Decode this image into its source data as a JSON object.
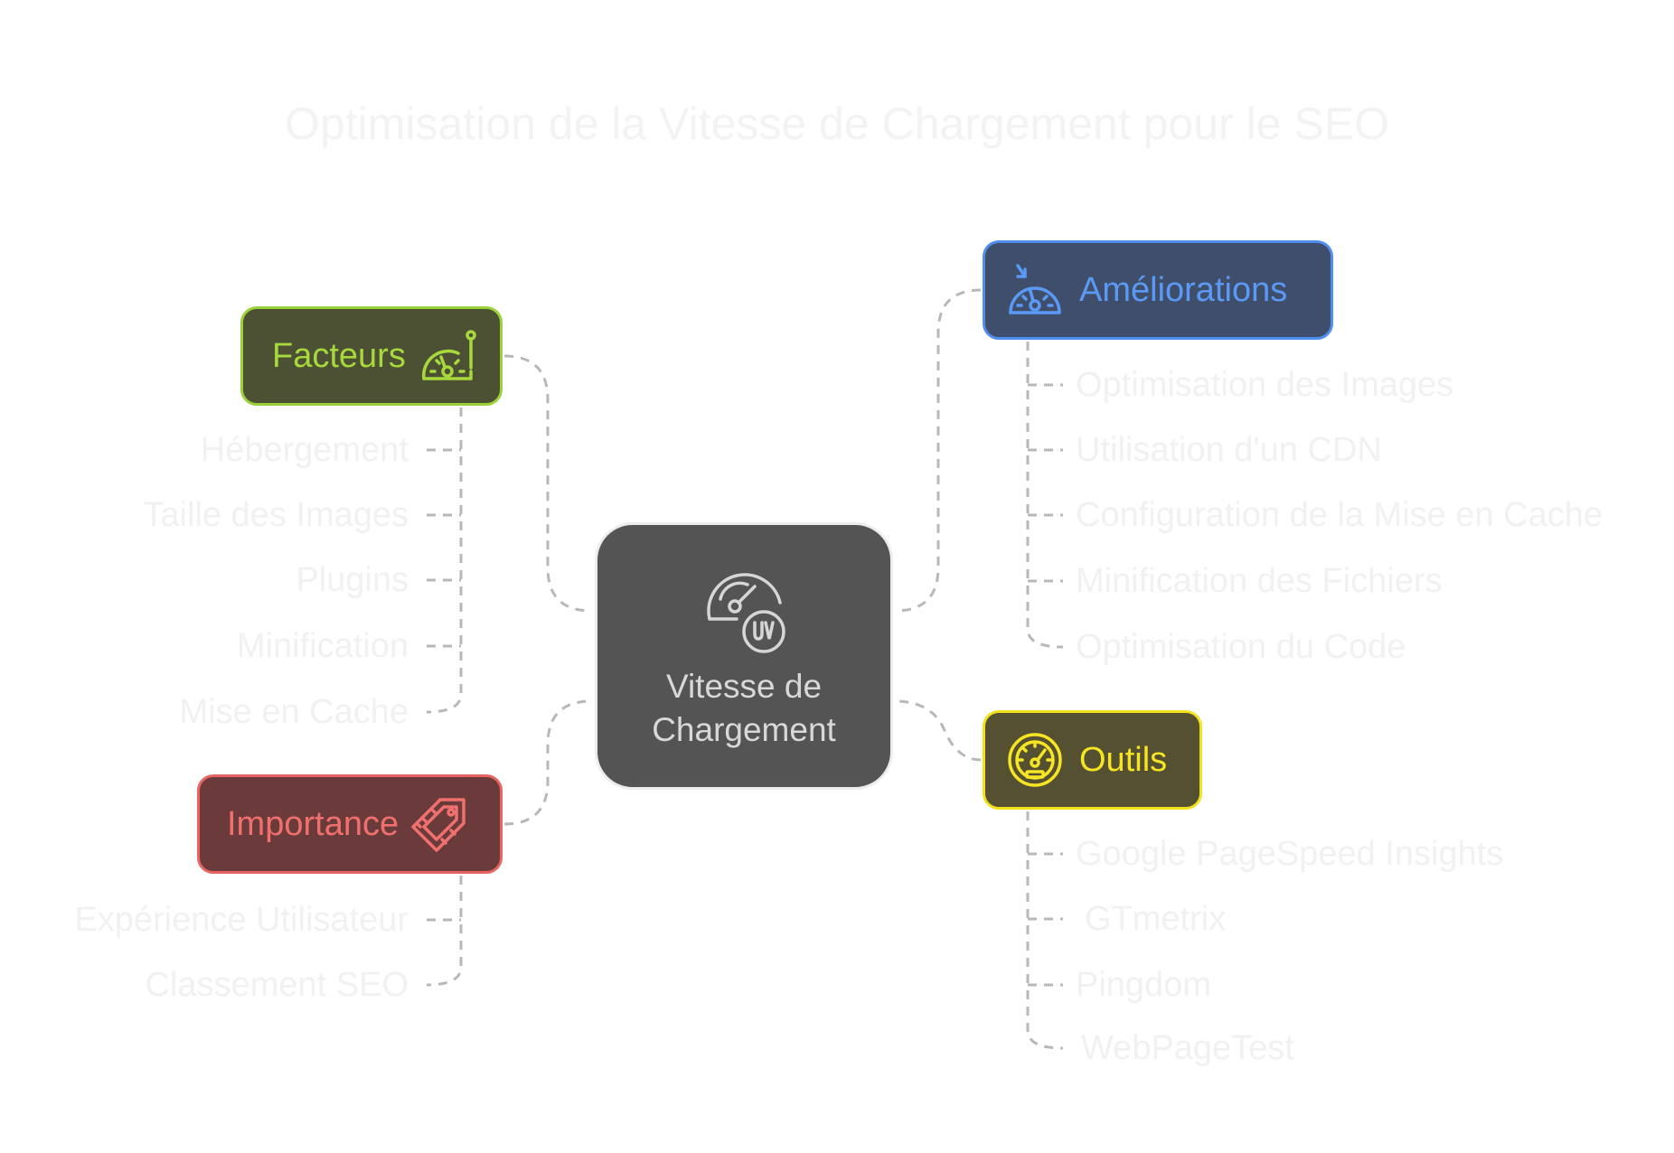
{
  "title": "Optimisation de la Vitesse de Chargement pour le SEO",
  "center": {
    "label_line1": "Vitesse de",
    "label_line2": "Chargement",
    "icon": "speedometer-uv-icon"
  },
  "branches": [
    {
      "key": "facteurs",
      "label": "Facteurs",
      "icon": "gauge-icon",
      "color": "#a7d93d",
      "fill": "#4b5132",
      "items": [
        "Hébergement",
        "Taille des Images",
        "Plugins",
        "Minification",
        "Mise en Cache"
      ]
    },
    {
      "key": "importance",
      "label": "Importance",
      "icon": "tag-icon",
      "color": "#f0706d",
      "fill": "#6b3a3b",
      "items": [
        "Expérience Utilisateur",
        "Classement SEO"
      ]
    },
    {
      "key": "ameliorations",
      "label": "Améliorations",
      "icon": "speed-down-gauge-icon",
      "color": "#5a9af6",
      "fill": "#3f4f6b",
      "items": [
        "Optimisation des Images",
        "Utilisation d'un CDN",
        "Configuration de la Mise en Cache",
        "Minification des Fichiers",
        "Optimisation du Code"
      ]
    },
    {
      "key": "outils",
      "label": "Outils",
      "icon": "speedometer-icon",
      "color": "#f6e522",
      "fill": "#555031",
      "items": [
        "Google PageSpeed Insights",
        "GTmetrix",
        "Pingdom",
        "WebPageTest"
      ]
    }
  ]
}
